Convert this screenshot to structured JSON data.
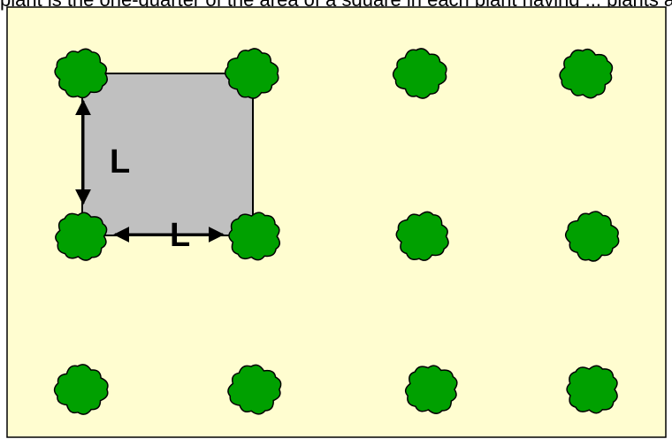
{
  "caption": "plant is the one-quarter of the area of a square in each plant having ... plants and",
  "diagram": {
    "background_color": "#fffdd0",
    "square_color": "#c0c0c0",
    "tree_color": "#00a000",
    "outline_color": "#000000",
    "label_vertical": "L",
    "label_horizontal": "L",
    "tree_grid": {
      "rows": 3,
      "columns": 4
    }
  }
}
